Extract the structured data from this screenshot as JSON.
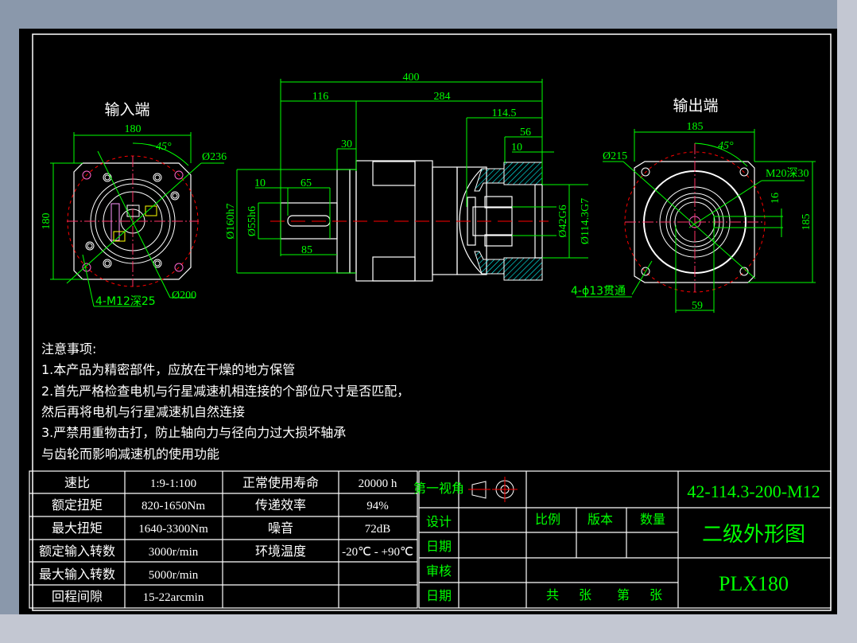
{
  "views": {
    "input_title": "输入端",
    "output_title": "输出端",
    "input_dims": {
      "width": "180",
      "height": "180",
      "angle": "45°",
      "pcd_outer": "Ø236",
      "pcd_inner": "Ø200",
      "holes": "4-M12深25"
    },
    "side_dims": {
      "overall": "400",
      "input_len": "116",
      "body_len": "284",
      "output_len": "114.5",
      "flange_len": "56",
      "pilot_len": "10",
      "shoulder": "30",
      "key_offset": "10",
      "key_len": "65",
      "shaft_len": "85",
      "pilot_dia": "Ø160h7",
      "shaft_dia": "Ø55h6",
      "out_shaft_dia": "Ø42G6",
      "out_pilot_dia": "Ø114.3G7"
    },
    "output_dims": {
      "width": "185",
      "height": "185",
      "angle": "45°",
      "pcd": "Ø215",
      "thread": "M20深30",
      "key": "16",
      "key_depth": "59",
      "holes": "4-ϕ13贯通"
    }
  },
  "notes": {
    "title": "注意事项:",
    "lines": [
      "1.本产品为精密部件，应放在干燥的地方保管",
      "2.首先严格检查电机与行星减速机相连接的个部位尺寸是否匹配，",
      "然后再将电机与行星减速机自然连接",
      "3.严禁用重物击打，防止轴向力与径向力过大损坏轴承",
      "与齿轮而影响减速机的使用功能"
    ]
  },
  "specs": {
    "rows": [
      [
        "速比",
        "1:9-1:100",
        "正常使用寿命",
        "20000 h"
      ],
      [
        "额定扭矩",
        "820-1650Nm",
        "传递效率",
        "94%"
      ],
      [
        "最大扭矩",
        "1640-3300Nm",
        "噪音",
        "72dB"
      ],
      [
        "额定输入转数",
        "3000r/min",
        "环境温度",
        "-20℃ - +90℃"
      ],
      [
        "最大输入转数",
        "5000r/min",
        "",
        ""
      ],
      [
        "回程间隙",
        "15-22arcmin",
        "",
        ""
      ]
    ]
  },
  "title_block": {
    "projection": "第一视角",
    "design": "设计",
    "date1": "日期",
    "review": "审核",
    "date2": "日期",
    "scale": "比例",
    "version": "版本",
    "quantity": "数量",
    "total": "共",
    "sheet1": "张",
    "page": "第",
    "sheet2": "张",
    "part_number": "42-114.3-200-M12",
    "drawing_name": "二级外形图",
    "model": "PLX180"
  },
  "colors": {
    "background": "#000000",
    "dimension": "#00ff00",
    "outline": "#ffffff",
    "centerline": "#ff0000",
    "hatch": "#00ffff",
    "frame_outer": "#8a98ab"
  }
}
